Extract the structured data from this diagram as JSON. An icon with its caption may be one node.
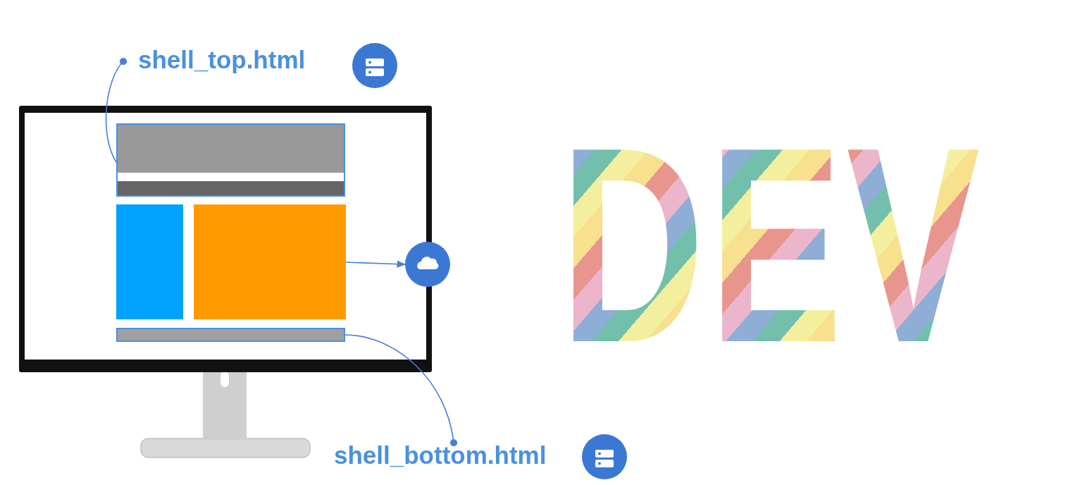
{
  "diagram": {
    "nodes": [
      {
        "text": [
          "shell_top.html"
        ]
      },
      {
        "text": [],
        "shape": "box"
      },
      {
        "text": [],
        "shape": "box"
      },
      {
        "text": [],
        "shape": "box"
      },
      {
        "text": [],
        "shape": "circle"
      },
      {
        "text": [],
        "shape": "box"
      },
      {
        "text": [
          "shell_bottom.html"
        ]
      }
    ],
    "edges": [
      {
        "from": 0,
        "to": 1,
        "arrow": "other"
      },
      {
        "from": 3,
        "to": 4,
        "arrow": "to"
      },
      {
        "from": 6,
        "to": 5,
        "arrow": "other"
      }
    ],
    "labels": [
      "DEV"
    ]
  }
}
